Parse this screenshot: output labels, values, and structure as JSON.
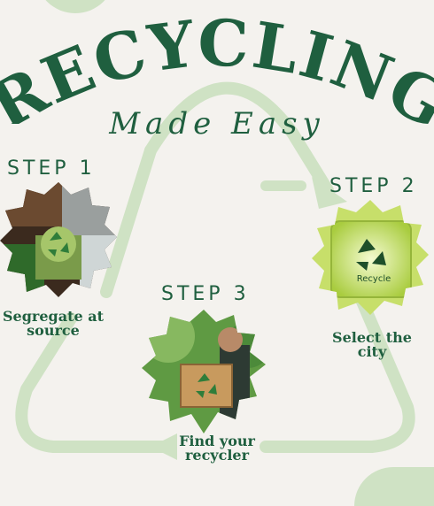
{
  "poster": {
    "title": "RECYCLING",
    "subtitle": "Made Easy"
  },
  "steps": [
    {
      "label": "STEP 1",
      "caption_line1": "Segregate at",
      "caption_line2": "source"
    },
    {
      "label": "STEP 2",
      "caption_line1": "Select the",
      "caption_line2": "city",
      "box_text": "Recycle"
    },
    {
      "label": "STEP 3",
      "caption_line1": "Find your",
      "caption_line2": "recycler"
    }
  ],
  "colors": {
    "text_green": "#1f5f3f",
    "pale_arrow": "#cfe2c4",
    "background": "#f4f2ee"
  },
  "icons": [
    "recycle-arrows-background",
    "recycle-icon"
  ]
}
